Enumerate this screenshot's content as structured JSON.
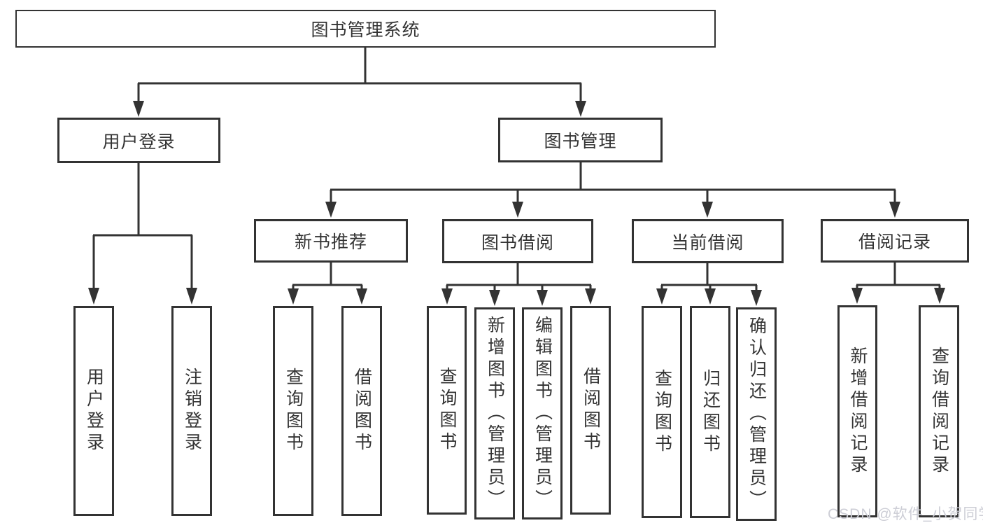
{
  "diagram_title": "图书管理系统",
  "diagram_type": "hierarchy-tree",
  "colors": {
    "line": "#333333",
    "text": "#333333",
    "box_background": "#ffffff",
    "watermark_text": "#cdced6"
  },
  "tree": {
    "label": "图书管理系统",
    "children": [
      {
        "label": "用户登录",
        "children": [
          {
            "label": "用户登录"
          },
          {
            "label": "注销登录"
          }
        ]
      },
      {
        "label": "图书管理",
        "children": [
          {
            "label": "新书推荐",
            "children": [
              {
                "label": "查询图书"
              },
              {
                "label": "借阅图书"
              }
            ]
          },
          {
            "label": "图书借阅",
            "children": [
              {
                "label": "查询图书"
              },
              {
                "label": "新增图书（管理员）"
              },
              {
                "label": "编辑图书（管理员）"
              },
              {
                "label": "借阅图书"
              }
            ]
          },
          {
            "label": "当前借阅",
            "children": [
              {
                "label": "查询图书"
              },
              {
                "label": "归还图书"
              },
              {
                "label": "确认归还（管理员）"
              }
            ]
          },
          {
            "label": "借阅记录",
            "children": [
              {
                "label": "新增借阅记录"
              },
              {
                "label": "查询借阅记录"
              }
            ]
          }
        ]
      }
    ]
  },
  "watermark": {
    "text": "CSDN @软件_小贺同学"
  }
}
